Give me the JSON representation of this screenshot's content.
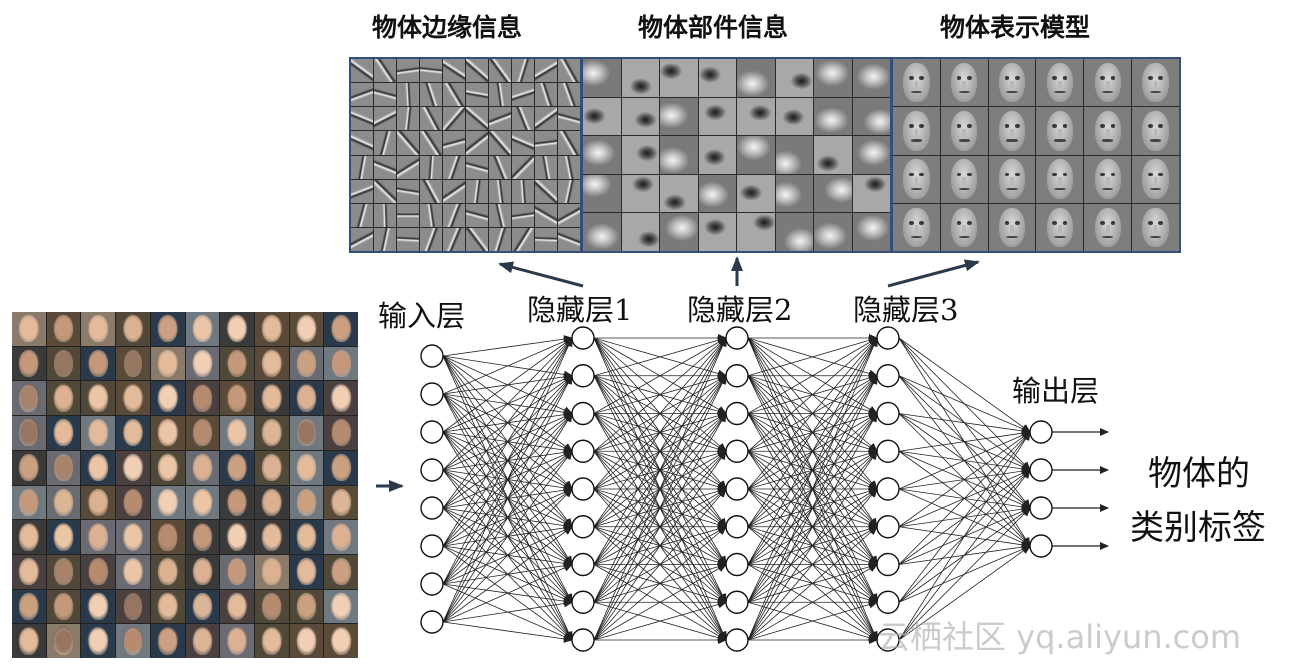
{
  "panels": [
    {
      "title": "物体边缘信息",
      "kind": "edges"
    },
    {
      "title": "物体部件信息",
      "kind": "parts"
    },
    {
      "title": "物体表示模型",
      "kind": "faces"
    }
  ],
  "layers": {
    "input": {
      "label": "输入层",
      "nodes": 8
    },
    "hidden1": {
      "label": "隐藏层1",
      "nodes": 9
    },
    "hidden2": {
      "label": "隐藏层2",
      "nodes": 9
    },
    "hidden3": {
      "label": "隐藏层3",
      "nodes": 9
    },
    "output": {
      "label": "输出层",
      "nodes": 4
    }
  },
  "result": {
    "line1": "物体的",
    "line2": "类别标签"
  },
  "watermark": "云栖社区 yq.aliyun.com",
  "colors": {
    "panel_border": "#34507a",
    "line": "#222222",
    "text": "#111111"
  }
}
